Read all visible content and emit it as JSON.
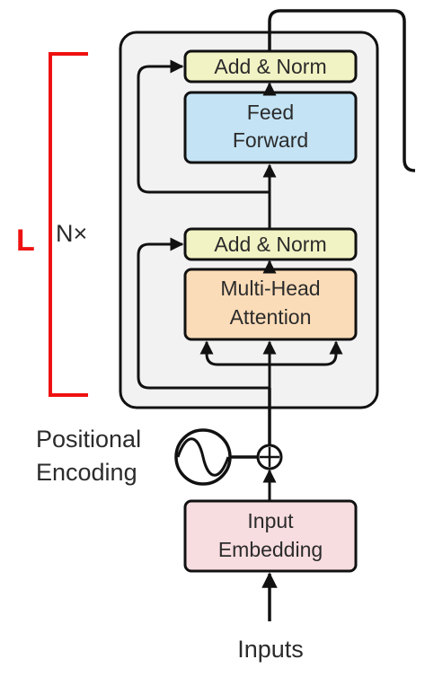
{
  "encoder": {
    "add_norm_top": "Add & Norm",
    "feed_forward_line1": "Feed",
    "feed_forward_line2": "Forward",
    "add_norm_bottom": "Add & Norm",
    "attention_line1": "Multi-Head",
    "attention_line2": "Attention",
    "repeat_label": "N×"
  },
  "annotation": {
    "layer_label": "L"
  },
  "positional": {
    "line1": "Positional",
    "line2": "Encoding"
  },
  "embedding": {
    "line1": "Input",
    "line2": "Embedding"
  },
  "inputs_label": "Inputs",
  "colors": {
    "add_norm": "#f2f3c4",
    "feed_forward": "#c4e4f5",
    "attention": "#fbdcb8",
    "embedding": "#f8dde0",
    "encoder_bg": "#f2f2f2",
    "annotation": "#ee1111"
  }
}
